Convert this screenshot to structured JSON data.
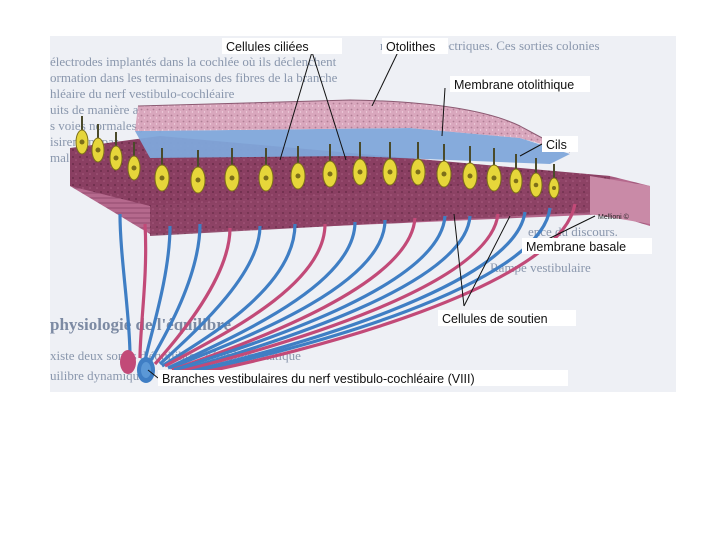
{
  "labels": {
    "ciliated_cells": "Cellules ciliées",
    "otoliths": "Otolithes",
    "otolithic_membrane": "Membrane otolithique",
    "cilia": "Cils",
    "signature": "Mellioni ©",
    "basal_membrane": "Membrane basale",
    "support_cells": "Cellules de soutien",
    "nerve_branches": "Branches vestibulaires du nerf vestibulo-cochléaire (VIII)"
  },
  "background_text": [
    "n signaux électriques. Ces sorties colonies",
    "électrodes implantés dans la cochlée où ils déclenchent",
    "ormation dans les terminaisons des fibres de la branche",
    "hléaire du nerf vestibulo-cochléaire",
    "uits de manière artificielle",
    "s voies normales jusqu'aux",
    "isirement par",
    "male",
    "ence du discours.",
    "Rampe vestibulaire",
    "physiologie de l'équilibre",
    "xiste deux sortes d'équilibre : l'équilibre statique",
    "uilibre dynamique"
  ],
  "colors": {
    "otoliths": "#d9a7bd",
    "otolithic_membrane": "#7fa7da",
    "hair_cells": "#e6d63a",
    "support_tissue": "#8a3f62",
    "nerve_blue": "#3f7ec4",
    "nerve_pink": "#c24a78",
    "page_background": "#eef0f5"
  }
}
